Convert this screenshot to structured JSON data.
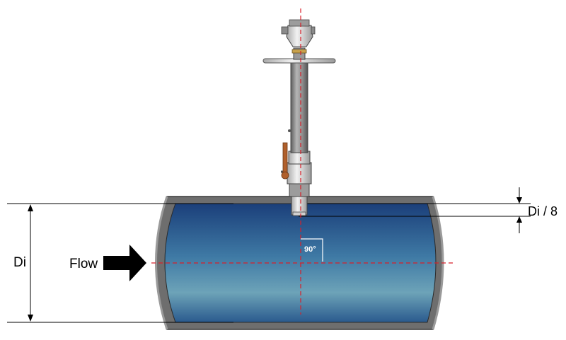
{
  "labels": {
    "di": "Di",
    "di_over_8": "Di / 8",
    "flow": "Flow",
    "angle": "90°"
  },
  "colors": {
    "pipe_wall": "#6e6e6e",
    "pipe_interior_dark": "#1e4f8e",
    "pipe_interior_light": "#6aa0b8",
    "centerline": "#d8202a",
    "dimension_line": "#000000",
    "probe_body": "#8c8c8c",
    "valve_handle": "#b0602c"
  }
}
